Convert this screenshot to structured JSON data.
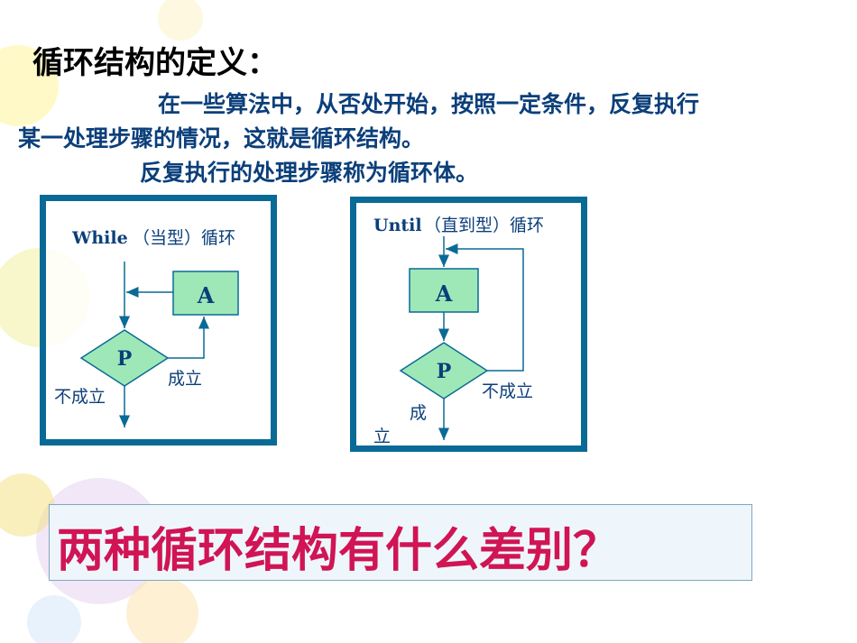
{
  "slide": {
    "title": "循环结构的定义：",
    "definition_line1": "在一些算法中，从否处开始，按照一定条件，反复执行",
    "definition_line2": "某一处理步骤的情况，这就是循环结构。",
    "definition_line3": "反复执行的处理步骤称为循环体。",
    "question": "两种循环结构有什么差别？"
  },
  "while_loop": {
    "heading_en": "While",
    "heading_cn": "（当型）循环",
    "box_label": "A",
    "decision_label": "P",
    "true_label": "成立",
    "false_label": "不成立"
  },
  "until_loop": {
    "heading_en": "Until",
    "heading_cn": "（直到型）循环",
    "box_label": "A",
    "decision_label": "P",
    "false_label": "不成立",
    "true_label_1": "成",
    "true_label_2": "立"
  },
  "colors": {
    "frame": "#0a6a96",
    "shape_fill": "#9ee8b8",
    "heading_text": "#0b3f7a",
    "question_text": "#d01454"
  }
}
